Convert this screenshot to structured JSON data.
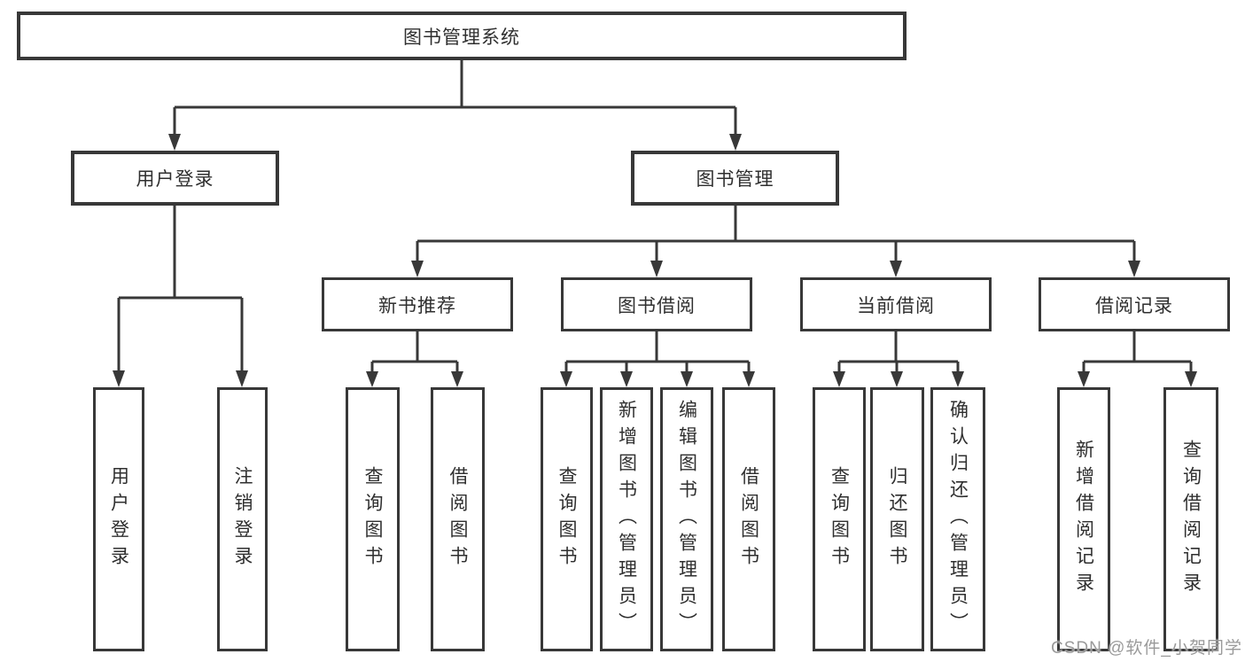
{
  "title": "图书管理系统",
  "level2": {
    "user_login": "用户登录",
    "book_management": "图书管理"
  },
  "level3": {
    "new_book_recommendation": "新书推荐",
    "book_borrowing": "图书借阅",
    "current_borrowing": "当前借阅",
    "borrowing_records": "借阅记录"
  },
  "leaves": {
    "user_login": {
      "login": "用户登录",
      "logout": "注销登录"
    },
    "new_book_recommendation": {
      "query_books": "查询图书",
      "borrow_books": "借阅图书"
    },
    "book_borrowing": {
      "query_books": "查询图书",
      "add_books_admin": "新增图书（管理员）",
      "edit_books_admin": "编辑图书（管理员）",
      "borrow_books": "借阅图书"
    },
    "current_borrowing": {
      "query_books": "查询图书",
      "return_books": "归还图书",
      "confirm_return_admin": "确认归还（管理员）"
    },
    "borrowing_records": {
      "add_record": "新增借阅记录",
      "query_record": "查询借阅记录"
    }
  },
  "watermark": "CSDN @软件_小贺同学",
  "colors": {
    "line": "#383838",
    "text": "#2f2f2f",
    "background": "#ffffff"
  }
}
